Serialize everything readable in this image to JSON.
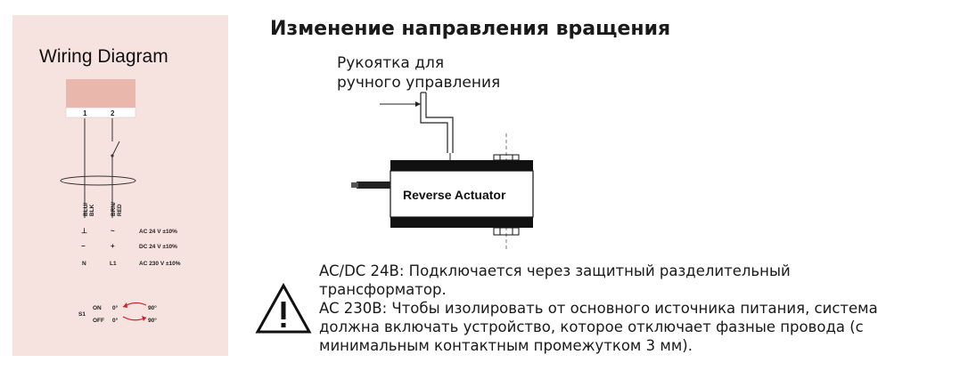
{
  "wiring": {
    "title": "Wiring Diagram",
    "terminals": [
      "1",
      "2"
    ],
    "wire_left": "BLU/\nBLK",
    "wire_right": "BRN/\nRED",
    "supply_rows": [
      {
        "left": "⊥",
        "right": "~",
        "label": "AC 24 V ±10%"
      },
      {
        "left": "−",
        "right": "+",
        "label": "DC 24 V ±10%"
      },
      {
        "left": "N",
        "right": "L1",
        "label": "AC 230 V ±10%"
      }
    ],
    "switch": {
      "name": "S1",
      "on_label": "ON",
      "off_label": "OFF",
      "on_from": "0°",
      "on_to": "90°",
      "off_from": "0°",
      "off_to": "90°"
    },
    "colors": {
      "panel": "#f6e3e0",
      "terminal_block": "#eab7ad",
      "arrow": "#cc2222"
    }
  },
  "main": {
    "heading": "Изменение направления вращения",
    "handle_label_line1": "Рукоятка для",
    "handle_label_line2": "ручного управления",
    "actuator_label": "Reverse  Actuator"
  },
  "notes": {
    "line1": "AC/DC 24В: Подключается через защитный разделительный",
    "line2": "трансформатор.",
    "line3": "AC 230В: Чтобы изолировать от основного источника питания, система",
    "line4": "должна включать устройство, которое отключает фазные провода (с",
    "line5": "минимальным контактным промежутком 3 мм)."
  },
  "warning_icon": "warning-triangle-icon"
}
